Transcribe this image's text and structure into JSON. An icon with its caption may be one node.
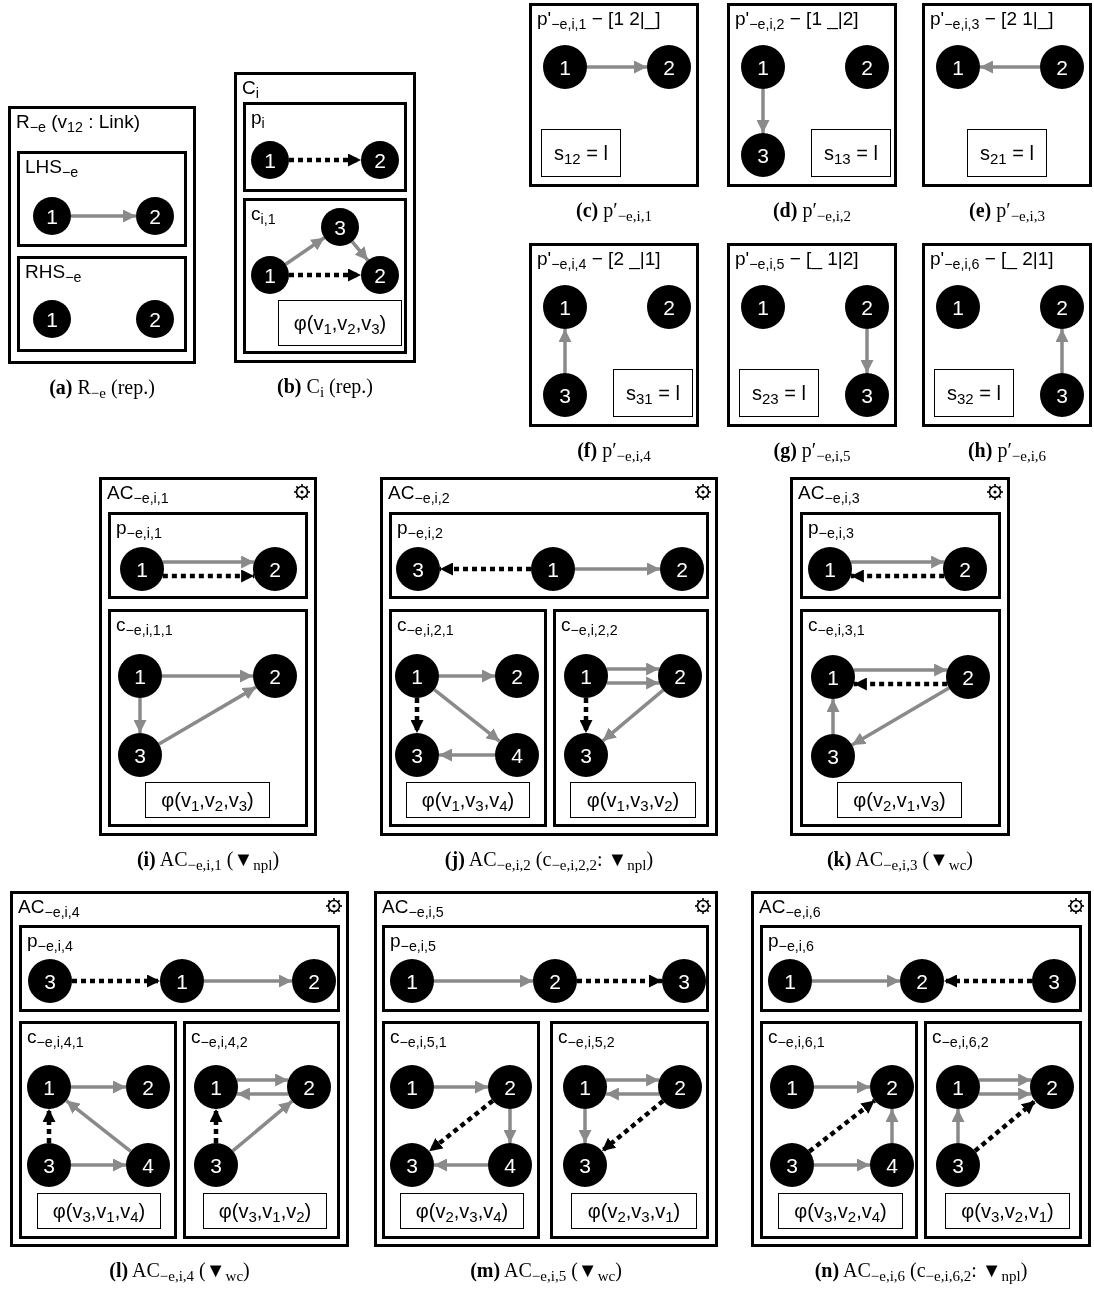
{
  "diagram": {
    "nodes": [
      {
        "text": [
          "R$_{−e}$ (v$_{12}$ : Link)"
        ],
        "beside": [
          "**(a)** R$_{−e}$ (rep.)"
        ]
      },
      {
        "text": [
          "LHS$_{−e}$"
        ],
        "in": 0
      },
      {
        "text": [
          "1"
        ],
        "in": 1
      },
      {
        "text": [
          "2"
        ],
        "in": 1
      },
      {
        "text": [
          "RHS$_{−e}$"
        ],
        "in": 0
      },
      {
        "text": [
          "1"
        ],
        "in": 4
      },
      {
        "text": [
          "2"
        ],
        "in": 4
      },
      {
        "text": [
          "C$_{i}$"
        ],
        "beside": [
          "**(b)** C$_{i}$ (rep.)"
        ]
      },
      {
        "text": [
          "p$_{i}$"
        ],
        "in": 7
      },
      {
        "text": [
          "1"
        ],
        "in": 8
      },
      {
        "text": [
          "2"
        ],
        "in": 8
      },
      {
        "text": [
          "c$_{i,1}$"
        ],
        "in": 7
      },
      {
        "text": [
          "1"
        ],
        "in": 11
      },
      {
        "text": [
          "3"
        ],
        "in": 11
      },
      {
        "text": [
          "2"
        ],
        "in": 11
      },
      {
        "text": [
          "φ(v$_{1}$,v$_{2}$,v$_{3}$)"
        ],
        "in": 11
      },
      {
        "text": [
          "p'$_{−e,i,1}$ − [1 2|_]"
        ],
        "beside": [
          "**(c)** p′$_{−e,i,1}$"
        ]
      },
      {
        "text": [
          "1"
        ],
        "in": 16
      },
      {
        "text": [
          "2"
        ],
        "in": 16
      },
      {
        "text": [
          "s$_{12}$ = l"
        ],
        "in": 16
      },
      {
        "text": [
          "p'$_{−e,i,2}$ − [1 _|2]"
        ],
        "beside": [
          "**(d)** p′$_{−e,i,2}$"
        ]
      },
      {
        "text": [
          "1"
        ],
        "in": 20
      },
      {
        "text": [
          "2"
        ],
        "in": 20
      },
      {
        "text": [
          "3"
        ],
        "in": 20
      },
      {
        "text": [
          "s$_{13}$ = l"
        ],
        "in": 20
      },
      {
        "text": [
          "p'$_{−e,i,3}$ − [2 1|_]"
        ],
        "beside": [
          "**(e)** p′$_{−e,i,3}$"
        ]
      },
      {
        "text": [
          "1"
        ],
        "in": 25
      },
      {
        "text": [
          "2"
        ],
        "in": 25
      },
      {
        "text": [
          "s$_{21}$ = l"
        ],
        "in": 25
      },
      {
        "text": [
          "p'$_{−e,i,4}$ − [2 _|1]"
        ],
        "beside": [
          "**(f)** p′$_{−e,i,4}$"
        ]
      },
      {
        "text": [
          "1"
        ],
        "in": 29
      },
      {
        "text": [
          "2"
        ],
        "in": 29
      },
      {
        "text": [
          "3"
        ],
        "in": 29
      },
      {
        "text": [
          "s$_{31}$ = l"
        ],
        "in": 29
      },
      {
        "text": [
          "p'$_{−e,i,5}$ − [_ 1|2]"
        ],
        "beside": [
          "**(g)** p′$_{−e,i,5}$"
        ]
      },
      {
        "text": [
          "1"
        ],
        "in": 34
      },
      {
        "text": [
          "2"
        ],
        "in": 34
      },
      {
        "text": [
          "3"
        ],
        "in": 34
      },
      {
        "text": [
          "s$_{23}$ = l"
        ],
        "in": 34
      },
      {
        "text": [
          "p'$_{−e,i,6}$ − [_ 2|1]"
        ],
        "beside": [
          "**(h)** p′$_{−e,i,6}$"
        ]
      },
      {
        "text": [
          "1"
        ],
        "in": 39
      },
      {
        "text": [
          "2"
        ],
        "in": 39
      },
      {
        "text": [
          "3"
        ],
        "in": 39
      },
      {
        "text": [
          "s$_{32}$ = l"
        ],
        "in": 39
      },
      {
        "text": [
          "AC$_{−e,i,1}$"
        ],
        "beside": [
          "**(i)** AC$_{−e,i,1}$ (▼$_{npl}$)"
        ]
      },
      {
        "text": [
          "p$_{−e,i,1}$"
        ],
        "in": 44
      },
      {
        "text": [
          "1"
        ],
        "in": 45
      },
      {
        "text": [
          "2"
        ],
        "in": 45
      },
      {
        "text": [
          "c$_{−e,i,1,1}$"
        ],
        "in": 44
      },
      {
        "text": [
          "1"
        ],
        "in": 48
      },
      {
        "text": [
          "2"
        ],
        "in": 48
      },
      {
        "text": [
          "3"
        ],
        "in": 48
      },
      {
        "text": [
          "φ(v$_{1}$,v$_{2}$,v$_{3}$)"
        ],
        "in": 48
      },
      {
        "text": [
          "AC$_{−e,i,2}$"
        ],
        "beside": [
          "**(j)** AC$_{−e,i,2}$ (c$_{−e,i,2,2}$: ▼$_{npl}$)"
        ]
      },
      {
        "text": [
          "p$_{−e,i,2}$"
        ],
        "in": 53
      },
      {
        "text": [
          "3"
        ],
        "in": 54
      },
      {
        "text": [
          "1"
        ],
        "in": 54
      },
      {
        "text": [
          "2"
        ],
        "in": 54
      },
      {
        "text": [
          "c$_{−e,i,2,1}$"
        ],
        "in": 53
      },
      {
        "text": [
          "1"
        ],
        "in": 58
      },
      {
        "text": [
          "2"
        ],
        "in": 58
      },
      {
        "text": [
          "3"
        ],
        "in": 58
      },
      {
        "text": [
          "4"
        ],
        "in": 58
      },
      {
        "text": [
          "φ(v$_{1}$,v$_{3}$,v$_{4}$)"
        ],
        "in": 58
      },
      {
        "text": [
          "c$_{−e,i,2,2}$"
        ],
        "in": 53
      },
      {
        "text": [
          "1"
        ],
        "in": 64
      },
      {
        "text": [
          "2"
        ],
        "in": 64
      },
      {
        "text": [
          "3"
        ],
        "in": 64
      },
      {
        "text": [
          "φ(v$_{1}$,v$_{3}$,v$_{2}$)"
        ],
        "in": 64
      },
      {
        "text": [
          "AC$_{−e,i,3}$"
        ],
        "beside": [
          "**(k)** AC$_{−e,i,3}$ (▼$_{wc}$)"
        ]
      },
      {
        "text": [
          "p$_{−e,i,3}$"
        ],
        "in": 69
      },
      {
        "text": [
          "1"
        ],
        "in": 70
      },
      {
        "text": [
          "2"
        ],
        "in": 70
      },
      {
        "text": [
          "c$_{−e,i,3,1}$"
        ],
        "in": 69
      },
      {
        "text": [
          "1"
        ],
        "in": 73
      },
      {
        "text": [
          "2"
        ],
        "in": 73
      },
      {
        "text": [
          "3"
        ],
        "in": 73
      },
      {
        "text": [
          "φ(v$_{2}$,v$_{1}$,v$_{3}$)"
        ],
        "in": 73
      },
      {
        "text": [
          "AC$_{−e,i,4}$"
        ],
        "beside": [
          "**(l)** AC$_{−e,i,4}$ (▼$_{wc}$)"
        ]
      },
      {
        "text": [
          "p$_{−e,i,4}$"
        ],
        "in": 78
      },
      {
        "text": [
          "3"
        ],
        "in": 79
      },
      {
        "text": [
          "1"
        ],
        "in": 79
      },
      {
        "text": [
          "2"
        ],
        "in": 79
      },
      {
        "text": [
          "c$_{−e,i,4,1}$"
        ],
        "in": 78
      },
      {
        "text": [
          "1"
        ],
        "in": 83
      },
      {
        "text": [
          "2"
        ],
        "in": 83
      },
      {
        "text": [
          "3"
        ],
        "in": 83
      },
      {
        "text": [
          "4"
        ],
        "in": 83
      },
      {
        "text": [
          "φ(v$_{3}$,v$_{1}$,v$_{4}$)"
        ],
        "in": 83
      },
      {
        "text": [
          "c$_{−e,i,4,2}$"
        ],
        "in": 78
      },
      {
        "text": [
          "1"
        ],
        "in": 89
      },
      {
        "text": [
          "2"
        ],
        "in": 89
      },
      {
        "text": [
          "3"
        ],
        "in": 89
      },
      {
        "text": [
          "φ(v$_{3}$,v$_{1}$,v$_{2}$)"
        ],
        "in": 89
      },
      {
        "text": [
          "AC$_{−e,i,5}$"
        ],
        "beside": [
          "**(m)** AC$_{−e,i,5}$ (▼$_{wc}$)"
        ]
      },
      {
        "text": [
          "p$_{−e,i,5}$"
        ],
        "in": 94
      },
      {
        "text": [
          "1"
        ],
        "in": 95
      },
      {
        "text": [
          "2"
        ],
        "in": 95
      },
      {
        "text": [
          "3"
        ],
        "in": 95
      },
      {
        "text": [
          "c$_{−e,i,5,1}$"
        ],
        "in": 94
      },
      {
        "text": [
          "1"
        ],
        "in": 99
      },
      {
        "text": [
          "2"
        ],
        "in": 99
      },
      {
        "text": [
          "3"
        ],
        "in": 99
      },
      {
        "text": [
          "4"
        ],
        "in": 99
      },
      {
        "text": [
          "φ(v$_{2}$,v$_{3}$,v$_{4}$)"
        ],
        "in": 99
      },
      {
        "text": [
          "c$_{−e,i,5,2}$"
        ],
        "in": 94
      },
      {
        "text": [
          "1"
        ],
        "in": 105
      },
      {
        "text": [
          "2"
        ],
        "in": 105
      },
      {
        "text": [
          "3"
        ],
        "in": 105
      },
      {
        "text": [
          "φ(v$_{2}$,v$_{3}$,v$_{1}$)"
        ],
        "in": 105
      },
      {
        "text": [
          "AC$_{−e,i,6}$"
        ],
        "beside": [
          "**(n)** AC$_{−e,i,6}$ (c$_{−e,i,6,2}$: ▼$_{npl}$)"
        ]
      },
      {
        "text": [
          "p$_{−e,i,6}$"
        ],
        "in": 110
      },
      {
        "text": [
          "1"
        ],
        "in": 111
      },
      {
        "text": [
          "2"
        ],
        "in": 111
      },
      {
        "text": [
          "3"
        ],
        "in": 111
      },
      {
        "text": [
          "c$_{−e,i,6,1}$"
        ],
        "in": 110
      },
      {
        "text": [
          "1"
        ],
        "in": 115
      },
      {
        "text": [
          "2"
        ],
        "in": 115
      },
      {
        "text": [
          "3"
        ],
        "in": 115
      },
      {
        "text": [
          "4"
        ],
        "in": 115
      },
      {
        "text": [
          "φ(v$_{3}$,v$_{2}$,v$_{4}$)"
        ],
        "in": 115
      },
      {
        "text": [
          "c$_{−e,i,6,2}$"
        ],
        "in": 110
      },
      {
        "text": [
          "1"
        ],
        "in": 121
      },
      {
        "text": [
          "2"
        ],
        "in": 121
      },
      {
        "text": [
          "3"
        ],
        "in": 121
      },
      {
        "text": [
          "φ(v$_{3}$,v$_{2}$,v$_{1}$)"
        ],
        "in": 121
      }
    ],
    "edges": [
      {
        "from": 2,
        "to": 3,
        "arrow": "to"
      },
      {
        "from": 9,
        "to": 10,
        "arrow": "to",
        "style": "dashed",
        "color": "#000000"
      },
      {
        "from": 12,
        "to": 13,
        "arrow": "to"
      },
      {
        "from": 13,
        "to": 14,
        "arrow": "to"
      },
      {
        "from": 12,
        "to": 14,
        "arrow": "to",
        "style": "dashed",
        "color": "#000000"
      },
      {
        "from": 17,
        "to": 18,
        "arrow": "to"
      },
      {
        "from": 21,
        "to": 23,
        "arrow": "to"
      },
      {
        "from": 27,
        "to": 26,
        "arrow": "to"
      },
      {
        "from": 32,
        "to": 30,
        "arrow": "to"
      },
      {
        "from": 36,
        "to": 37,
        "arrow": "to"
      },
      {
        "from": 42,
        "to": 41,
        "arrow": "to"
      },
      {
        "from": 46,
        "to": 47,
        "arrow": "to"
      },
      {
        "from": 46,
        "to": 47,
        "arrow": "to",
        "style": "dashed",
        "color": "#000000"
      },
      {
        "from": 49,
        "to": 50,
        "arrow": "to"
      },
      {
        "from": 49,
        "to": 51,
        "arrow": "to"
      },
      {
        "from": 51,
        "to": 50,
        "arrow": "to"
      },
      {
        "from": 56,
        "to": 55,
        "arrow": "to",
        "style": "dashed",
        "color": "#000000"
      },
      {
        "from": 56,
        "to": 57,
        "arrow": "to"
      },
      {
        "from": 59,
        "to": 60,
        "arrow": "to"
      },
      {
        "from": 59,
        "to": 62,
        "arrow": "to"
      },
      {
        "from": 62,
        "to": 61,
        "arrow": "to"
      },
      {
        "from": 59,
        "to": 61,
        "arrow": "to",
        "style": "dashed",
        "color": "#000000"
      },
      {
        "from": 65,
        "to": 66,
        "arrow": "to"
      },
      {
        "from": 65,
        "to": 66,
        "arrow": "to"
      },
      {
        "from": 66,
        "to": 67,
        "arrow": "to"
      },
      {
        "from": 65,
        "to": 67,
        "arrow": "to",
        "style": "dashed",
        "color": "#000000"
      },
      {
        "from": 71,
        "to": 72,
        "arrow": "to"
      },
      {
        "from": 72,
        "to": 71,
        "arrow": "to",
        "style": "dashed",
        "color": "#000000"
      },
      {
        "from": 74,
        "to": 75,
        "arrow": "to"
      },
      {
        "from": 75,
        "to": 74,
        "arrow": "to",
        "style": "dashed",
        "color": "#000000"
      },
      {
        "from": 75,
        "to": 76,
        "arrow": "to"
      },
      {
        "from": 76,
        "to": 74,
        "arrow": "to"
      },
      {
        "from": 80,
        "to": 81,
        "arrow": "to",
        "style": "dashed",
        "color": "#000000"
      },
      {
        "from": 81,
        "to": 82,
        "arrow": "to"
      },
      {
        "from": 84,
        "to": 85,
        "arrow": "to"
      },
      {
        "from": 86,
        "to": 87,
        "arrow": "to"
      },
      {
        "from": 87,
        "to": 84,
        "arrow": "to"
      },
      {
        "from": 86,
        "to": 84,
        "arrow": "to",
        "style": "dashed",
        "color": "#000000"
      },
      {
        "from": 90,
        "to": 91,
        "arrow": "to"
      },
      {
        "from": 91,
        "to": 90,
        "arrow": "to"
      },
      {
        "from": 92,
        "to": 91,
        "arrow": "to"
      },
      {
        "from": 92,
        "to": 90,
        "arrow": "to",
        "style": "dashed",
        "color": "#000000"
      },
      {
        "from": 96,
        "to": 97,
        "arrow": "to"
      },
      {
        "from": 97,
        "to": 98,
        "arrow": "to",
        "style": "dashed",
        "color": "#000000"
      },
      {
        "from": 100,
        "to": 101,
        "arrow": "to"
      },
      {
        "from": 101,
        "to": 103,
        "arrow": "to"
      },
      {
        "from": 103,
        "to": 102,
        "arrow": "to"
      },
      {
        "from": 101,
        "to": 102,
        "arrow": "to",
        "style": "dashed",
        "color": "#000000"
      },
      {
        "from": 106,
        "to": 107,
        "arrow": "to"
      },
      {
        "from": 107,
        "to": 106,
        "arrow": "to"
      },
      {
        "from": 106,
        "to": 108,
        "arrow": "to"
      },
      {
        "from": 107,
        "to": 108,
        "arrow": "to",
        "style": "dashed",
        "color": "#000000"
      },
      {
        "from": 112,
        "to": 113,
        "arrow": "to"
      },
      {
        "from": 114,
        "to": 113,
        "arrow": "to",
        "style": "dashed",
        "color": "#000000"
      },
      {
        "from": 116,
        "to": 117,
        "arrow": "to"
      },
      {
        "from": 118,
        "to": 119,
        "arrow": "to"
      },
      {
        "from": 119,
        "to": 117,
        "arrow": "to"
      },
      {
        "from": 118,
        "to": 117,
        "arrow": "to",
        "style": "dashed",
        "color": "#000000"
      },
      {
        "from": 122,
        "to": 123,
        "arrow": "to"
      },
      {
        "from": 122,
        "to": 123,
        "arrow": "to"
      },
      {
        "from": 124,
        "to": 122,
        "arrow": "to"
      },
      {
        "from": 124,
        "to": 123,
        "arrow": "to",
        "style": "dashed",
        "color": "#000000"
      }
    ]
  }
}
